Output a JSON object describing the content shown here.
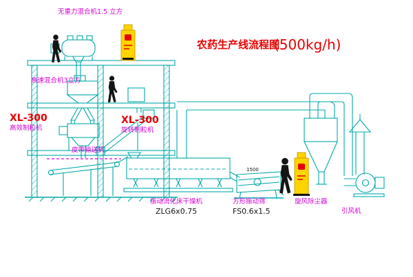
{
  "title": {
    "text": "农药生产线流程图",
    "capacity": "(500kg/h)"
  },
  "labels": {
    "gravity_mixer": "无重力混合机1.5 立方",
    "high_speed_mixer": "高速混合机3立方",
    "granulator_left_model": "XL-300",
    "granulator_left_name": "高效制粒机",
    "granulator_right_model": "XL-300",
    "granulator_right_name": "旋转制粒机",
    "belt_conveyor": "皮带输送机",
    "dryer_name": "振动流化床干燥机",
    "dryer_model": "ZLG6x0.75",
    "sieve_dim": "1500",
    "sieve_name": "方形振动筛",
    "sieve_model": "FS0.6x1.5",
    "cyclone_name": "旋风除尘器",
    "fan_name": "引风机"
  },
  "colors": {
    "cyan": "#00a8a8",
    "magenta": "#d400d4",
    "red": "#e60000",
    "yellow": "#ffd400",
    "yellow-dark": "#c9a100",
    "black": "#141414"
  }
}
